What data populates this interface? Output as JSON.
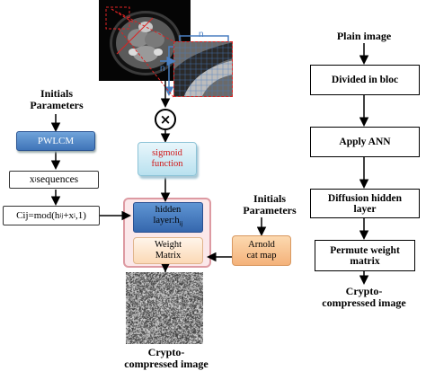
{
  "left": {
    "init_params": "Initials Parameters",
    "pwlcm": "PWLCM",
    "xi_sequences_label": "x",
    "xi_sequences_sub": "i",
    "xi_sequences_rest": " sequences",
    "cij_formula": "Cij=mod(h",
    "cij_sub1": "ij",
    "cij_mid": "+x",
    "cij_sub2": "i",
    "cij_end": ",1)"
  },
  "center": {
    "sigmoid_line1": "sigmoid",
    "sigmoid_line2": "function",
    "hidden_line1": "hidden",
    "hidden_line2": "layer:h",
    "hidden_sub": "ij",
    "weight_line1": "Weight",
    "weight_line2": "Matrix",
    "output_line1": "Crypto-",
    "output_line2": "compressed image",
    "multiply_symbol": "×",
    "zoom_marker_top": "n",
    "zoom_marker_left": "n"
  },
  "arnold": {
    "init_params": "Initials Parameters",
    "line1": "Arnold",
    "line2": "cat map"
  },
  "right": {
    "plain_image": "Plain image",
    "divided": "Divided in bloc",
    "apply_ann": "Apply ANN",
    "diffusion_line1": "Diffusion hidden",
    "diffusion_line2": "layer",
    "permute_line1": "Permute weight",
    "permute_line2": "matrix",
    "output_line1": "Crypto-",
    "output_line2": "compressed image"
  },
  "colors": {
    "pwlcm_blue": "#4f86c8",
    "sigmoid_text_red": "#d01818",
    "arrow_blue": "#4a7fc1",
    "frame_pink": "#dd9aa2",
    "arnold_orange": "#f4b27a"
  }
}
